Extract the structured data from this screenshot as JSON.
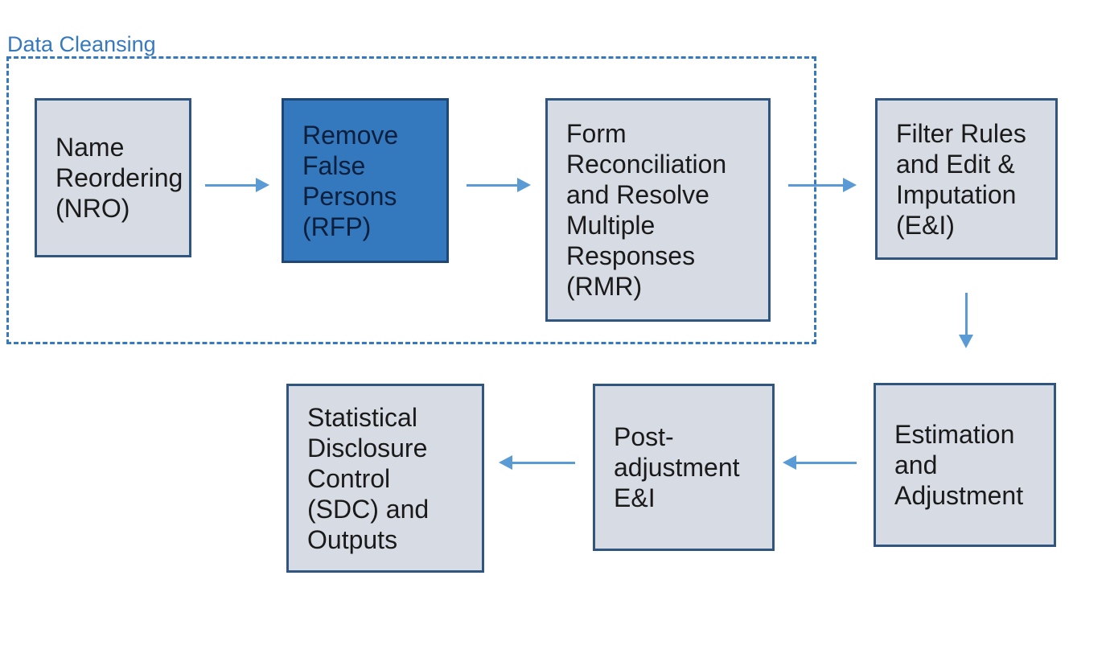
{
  "diagram": {
    "group": {
      "label": "Data Cleansing",
      "members": [
        "nro",
        "rfp",
        "rmr"
      ]
    },
    "boxes": {
      "nro": {
        "label": "Name\nReordering\n(NRO)",
        "variant": "light"
      },
      "rfp": {
        "label": "Remove\nFalse\nPersons\n(RFP)",
        "variant": "dark-highlight"
      },
      "rmr": {
        "label": "Form\nReconciliation\nand Resolve\nMultiple\nResponses\n(RMR)",
        "variant": "light"
      },
      "ei": {
        "label": "Filter Rules\nand Edit &\nImputation\n(E&I)",
        "variant": "light"
      },
      "est": {
        "label": "Estimation\nand\nAdjustment",
        "variant": "light"
      },
      "postei": {
        "label": "Post-\nadjustment\nE&I",
        "variant": "light"
      },
      "sdc": {
        "label": "Statistical\nDisclosure\nControl\n(SDC) and\nOutputs",
        "variant": "light"
      }
    },
    "connectors": [
      {
        "from": "nro",
        "to": "rfp",
        "direction": "right",
        "icon": "arrow-right-icon"
      },
      {
        "from": "rfp",
        "to": "rmr",
        "direction": "right",
        "icon": "arrow-right-icon"
      },
      {
        "from": "rmr",
        "to": "ei",
        "direction": "right",
        "icon": "arrow-right-icon"
      },
      {
        "from": "ei",
        "to": "est",
        "direction": "down",
        "icon": "arrow-down-icon"
      },
      {
        "from": "est",
        "to": "postei",
        "direction": "left",
        "icon": "arrow-left-icon"
      },
      {
        "from": "postei",
        "to": "sdc",
        "direction": "left",
        "icon": "arrow-left-icon"
      }
    ]
  },
  "colors": {
    "accent": "#3779be",
    "arrow": "#5b9bd5",
    "boxFill": "#d7dce4",
    "boxBorder": "#30557e",
    "boxText": "#1a1a1a",
    "darkFill": "#3478bd",
    "darkBorder": "#1e4775",
    "darkText": "#0c1f3d"
  }
}
